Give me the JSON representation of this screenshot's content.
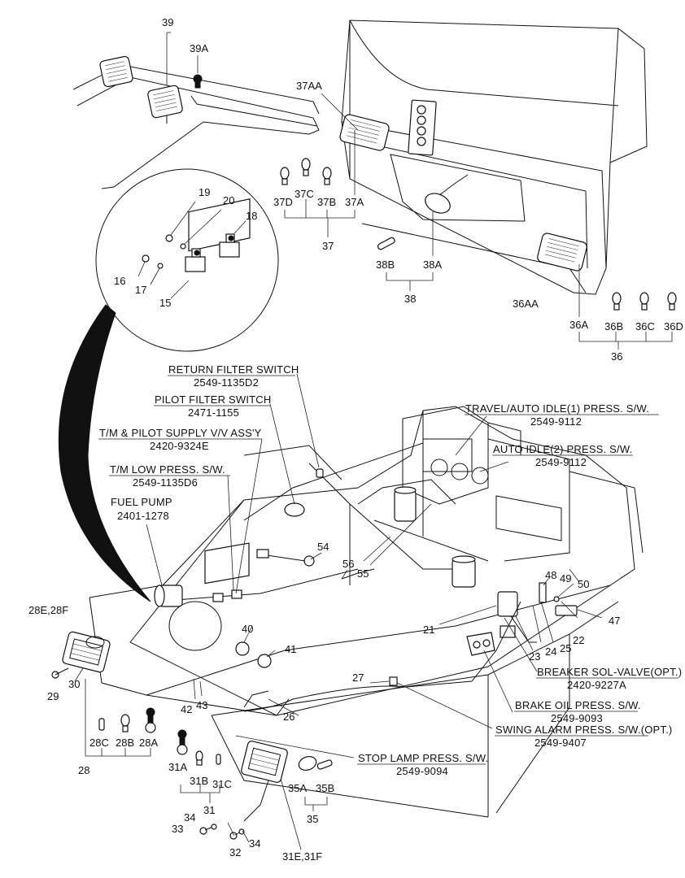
{
  "callouts": {
    "c39": "39",
    "c39A": "39A",
    "c37AA": "37AA",
    "c19": "19",
    "c20": "20",
    "c18": "18",
    "c16": "16",
    "c17": "17",
    "c15": "15",
    "c37D": "37D",
    "c37C": "37C",
    "c37B": "37B",
    "c37A": "37A",
    "c37": "37",
    "c38B": "38B",
    "c38A": "38A",
    "c38": "38",
    "c36AA": "36AA",
    "c36A": "36A",
    "c36B": "36B",
    "c36C": "36C",
    "c36D": "36D",
    "c36": "36",
    "c54": "54",
    "c56": "56",
    "c55": "55",
    "c40": "40",
    "c41": "41",
    "c48": "48",
    "c49": "49",
    "c50": "50",
    "c47": "47",
    "c21": "21",
    "c22": "22",
    "c23": "23",
    "c24": "24",
    "c25": "25",
    "c27": "27",
    "c26": "26",
    "c28EF": "28E,28F",
    "c29": "29",
    "c30": "30",
    "c42": "42",
    "c43": "43",
    "c28C": "28C",
    "c28B": "28B",
    "c28A": "28A",
    "c28": "28",
    "c31A": "31A",
    "c31B": "31B",
    "c31C": "31C",
    "c31": "31",
    "c34a": "34",
    "c33": "33",
    "c32": "32",
    "c34b": "34",
    "c35A": "35A",
    "c35B": "35B",
    "c35": "35",
    "c31EF": "31E,31F"
  },
  "components": {
    "return_filter": {
      "name": "RETURN FILTER SWITCH",
      "part": "2549-1135D2"
    },
    "pilot_filter": {
      "name": "PILOT FILTER SWITCH",
      "part": "2471-1155"
    },
    "tm_pilot": {
      "name": "T/M & PILOT SUPPLY V/V ASS'Y",
      "part": "2420-9324E"
    },
    "tm_low": {
      "name": "T/M LOW PRESS. S/W.",
      "part": "2549-1135D6"
    },
    "fuel_pump": {
      "name": "FUEL PUMP",
      "part": "2401-1278"
    },
    "travel_idle": {
      "name": "TRAVEL/AUTO IDLE(1) PRESS. S/W.",
      "part": "2549-9112"
    },
    "auto_idle2": {
      "name": "AUTO IDLE(2) PRESS. S/W.",
      "part": "2549-9112"
    },
    "breaker": {
      "name": "BREAKER SOL-VALVE(OPT.)",
      "part": "2420-9227A"
    },
    "brake_oil": {
      "name": "BRAKE OIL PRESS. S/W.",
      "part": "2549-9093"
    },
    "swing_alarm": {
      "name": "SWING ALARM PRESS. S/W.(OPT.)",
      "part": "2549-9407"
    },
    "stop_lamp": {
      "name": "STOP LAMP PRESS. S/W.",
      "part": "2549-9094"
    }
  }
}
